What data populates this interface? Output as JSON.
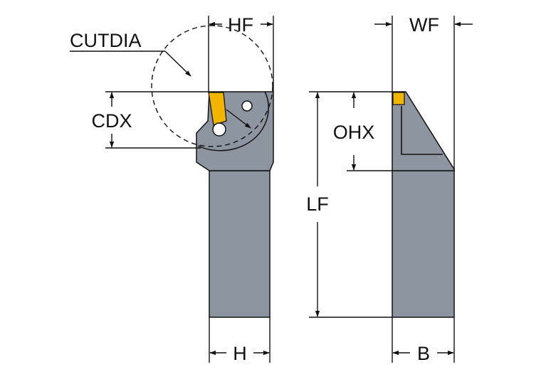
{
  "labels": {
    "hf": "HF",
    "wf": "WF",
    "cutdia": "CUTDIA",
    "cdx": "CDX",
    "ohx": "OHX",
    "lf": "LF",
    "h": "H",
    "b": "B"
  },
  "colors": {
    "body": "#8c95a0",
    "body_dark": "#6f7883",
    "insert": "#f2b600",
    "outline": "#111111",
    "line": "#111111",
    "background": "#ffffff"
  }
}
